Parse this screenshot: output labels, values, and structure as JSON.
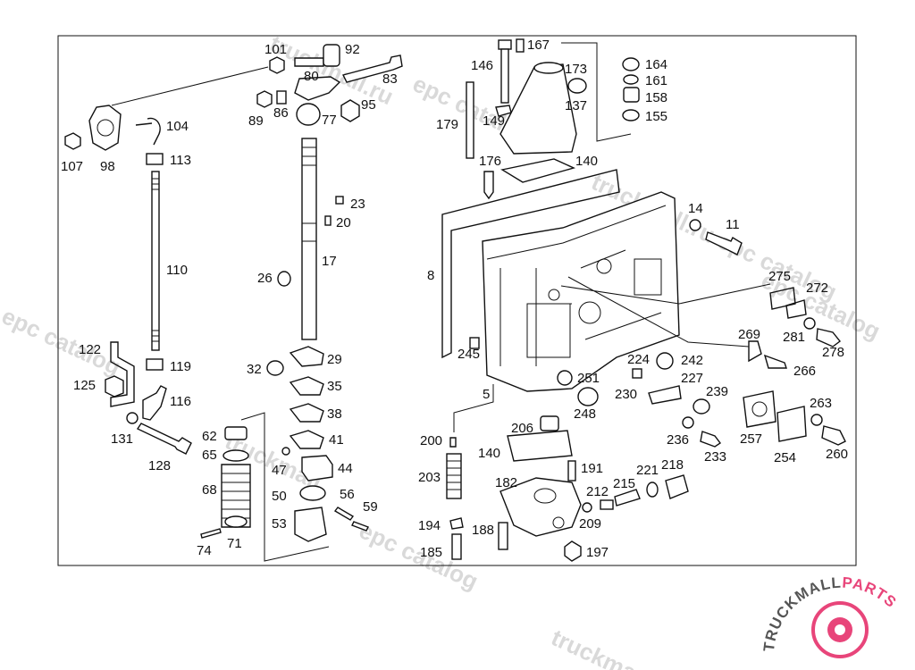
{
  "labels": {
    "p101": "101",
    "p92": "92",
    "p80": "80",
    "p83": "83",
    "p89": "89",
    "p86": "86",
    "p77": "77",
    "p95": "95",
    "p104": "104",
    "p107": "107",
    "p98": "98",
    "p113": "113",
    "p110": "110",
    "p23": "23",
    "p20": "20",
    "p17": "17",
    "p26": "26",
    "p122": "122",
    "p119": "119",
    "p125": "125",
    "p116": "116",
    "p131": "131",
    "p128": "128",
    "p32": "32",
    "p29": "29",
    "p35": "35",
    "p38": "38",
    "p41": "41",
    "p44": "44",
    "p47": "47",
    "p62": "62",
    "p65": "65",
    "p68": "68",
    "p50": "50",
    "p56": "56",
    "p59": "59",
    "p53": "53",
    "p74": "74",
    "p71": "71",
    "p146": "146",
    "p167": "167",
    "p173": "173",
    "p164": "164",
    "p161": "161",
    "p158": "158",
    "p155": "155",
    "p149": "149",
    "p137": "137",
    "p179": "179",
    "p176": "176",
    "p140a": "140",
    "p14": "14",
    "p11": "11",
    "p8": "8",
    "p275": "275",
    "p272": "272",
    "p281": "281",
    "p278": "278",
    "p269": "269",
    "p266": "266",
    "p245": "245",
    "p224": "224",
    "p242": "242",
    "p251": "251",
    "p227": "227",
    "p239": "239",
    "p230": "230",
    "p5": "5",
    "p248": "248",
    "p236": "236",
    "p257": "257",
    "p263": "263",
    "p233": "233",
    "p254": "254",
    "p260": "260",
    "p200": "200",
    "p206": "206",
    "p140b": "140",
    "p203": "203",
    "p191": "191",
    "p182": "182",
    "p221": "221",
    "p218": "218",
    "p215": "215",
    "p212": "212",
    "p194": "194",
    "p188": "188",
    "p209": "209",
    "p185": "185",
    "p197": "197"
  },
  "watermark": {
    "text1": "truckmall.ru",
    "text2": "epc catalog",
    "text3": "truckmall.ru epc catalog",
    "text4": "epc catalog",
    "text5": "truckmall",
    "text6": "epc catalog",
    "text7": "epc catalog",
    "text8": "truckma"
  },
  "logo": {
    "part1": "TRUCKMALL",
    "part2": "PARTS",
    "color_dark": "#555555",
    "color_accent": "#e8457a"
  }
}
